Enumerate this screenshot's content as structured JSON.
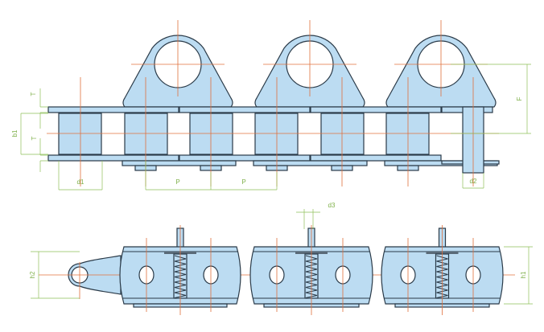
{
  "title": "Chain with attachment lugs – dimension drawing",
  "colors": {
    "part_fill": "#bcdcf2",
    "outline": "#2a3a48",
    "centerline": "#e0703c",
    "dimension": "#8fc05a"
  },
  "labels": {
    "T_top": "T",
    "b1": "b1",
    "T_mid": "T",
    "d1": "d1",
    "P1": "P",
    "P2": "P",
    "F": "F",
    "d2": "d2",
    "d3": "d3",
    "h2": "h2",
    "h1": "h1"
  }
}
